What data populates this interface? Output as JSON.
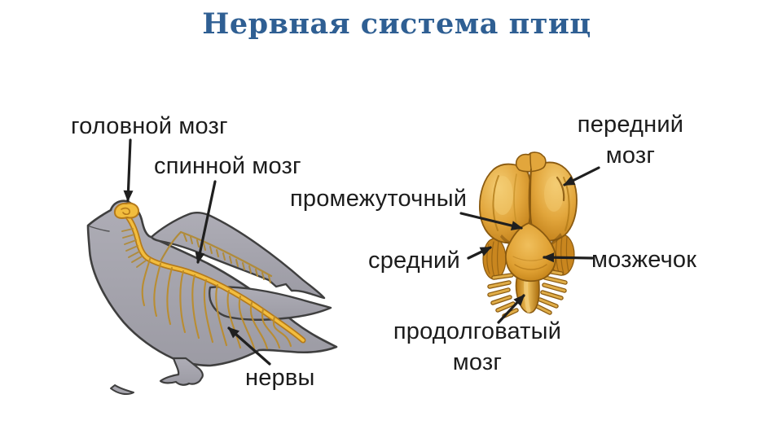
{
  "title": {
    "text": "Нервная система птиц"
  },
  "colors": {
    "title_blue": "#2f5f93",
    "label_text": "#1c1c1c",
    "bird_body_gray": "#a7a6ae",
    "bird_outline": "#3f3f3f",
    "cns_yellow": "#f2bd3e",
    "cns_orange_edge": "#b57a1a",
    "nerve_olive": "#b08b3a",
    "brain_gold": "#e2a63c",
    "brain_gold_dark": "#b9770f",
    "brain_gold_light": "#f4cd74",
    "brain_outline": "#8a5a10",
    "arrow_black": "#1f1f1f",
    "background": "#ffffff"
  },
  "bird_figure": {
    "labels": {
      "brain": "головной мозг",
      "spinal_cord": "спинной мозг",
      "nerves": "нервы"
    }
  },
  "brain_figure": {
    "labels": {
      "forebrain": "передний мозг",
      "diencephalon": "промежуточный",
      "midbrain": "средний",
      "cerebellum": "мозжечок",
      "medulla_oblongata": "продолговатый мозг"
    }
  }
}
